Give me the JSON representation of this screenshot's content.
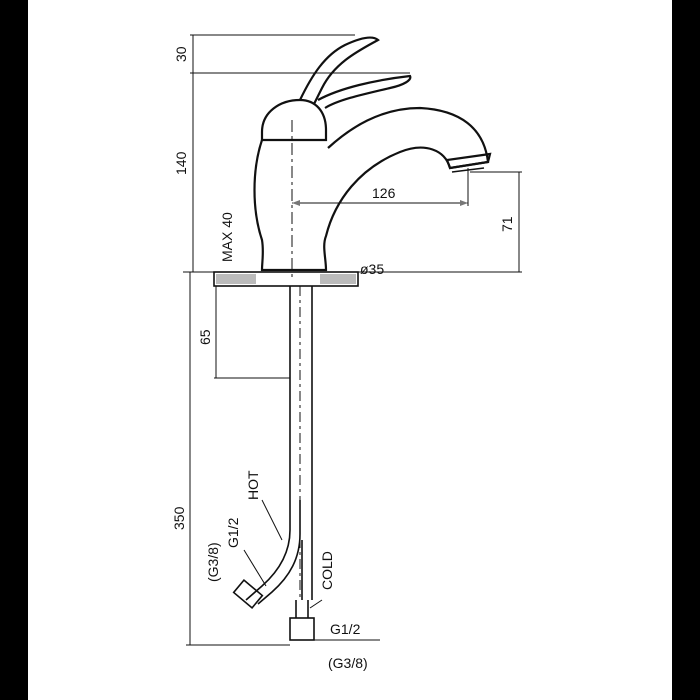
{
  "dimensions": {
    "lever_height": "30",
    "body_height": "140",
    "spout_reach": "126",
    "spout_clearance": "71",
    "deck_max": "MAX 40",
    "base_diameter": "ø35",
    "shank_length": "65",
    "hose_length": "350"
  },
  "connections": {
    "hot_label": "HOT",
    "cold_label": "COLD",
    "hot_thread": "G1/2",
    "hot_thread_alt": "(G3/8)",
    "cold_thread": "G1/2",
    "cold_thread_alt": "(G3/8)"
  }
}
